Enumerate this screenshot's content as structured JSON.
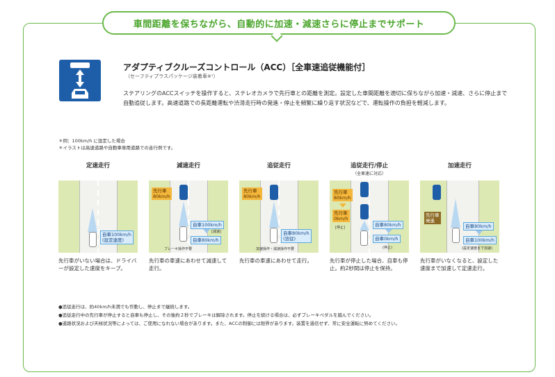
{
  "banner": {
    "text": "車間距離を保ちながら、自動的に加速・減速さらに停止までサポート"
  },
  "feature": {
    "icon": "acc-radar-icon",
    "title": "アダプティブクルーズコントロール（ACC）［全車速追従機能付］",
    "subnote": "（セーフティプラスパッケージ装着車※¹）",
    "description": "ステアリングのACCスイッチを操作すると、ステレオカメラで先行車との距離を測定。設定した車間距離を適切に保ちながら加速・減速、さらに停止まで自動追従します。高速道路での長距離運転や渋滞走行時の発進・停止を頻繁に繰り返す状況などで、運転操作の負担を軽減します。"
  },
  "notes_top": [
    "＊例：100km/h に設定した場合",
    "＊イラストは高速道路や自動車専用道路での走行例です。"
  ],
  "panels": [
    {
      "title": "定速走行",
      "subtitle": "",
      "labels": [
        "自車100km/h",
        "(設定速度)"
      ],
      "caption": "先行車がいない場合は、ドライバーが設定した速度をキープ。"
    },
    {
      "title": "減速走行",
      "subtitle": "",
      "labels": [
        "先行車",
        "80km/h",
        "自車100km/h",
        "[減速]",
        "自車80km/h",
        "ブレーキ操作不要"
      ],
      "caption": "先行車の車速にあわせて減速して走行。"
    },
    {
      "title": "追従走行",
      "subtitle": "",
      "labels": [
        "先行車",
        "80km/h",
        "自車80km/h",
        "(追従)",
        "加速操作・減速操作不要"
      ],
      "caption": "先行車の車速にあわせて走行。"
    },
    {
      "title": "追従走行/停止",
      "subtitle": "（全車速に対応）",
      "labels": [
        "先行車",
        "80km/h",
        "先行車",
        "0km/h",
        "[停止]",
        "自車80km/h",
        "自車0km/h",
        "(停止)"
      ],
      "caption": "先行車が停止した場合、自車も停止。約2秒間は停止を保持。"
    },
    {
      "title": "加速走行",
      "subtitle": "",
      "labels": [
        "先行車",
        "発進",
        "自車80km/h",
        "自車100km/h",
        "(設定速度まで加速)"
      ],
      "caption": "先行車がいなくなると、設定した速度まで加速して定速走行。"
    }
  ],
  "notes_bottom": [
    "●追従走行は、約40km/h未満でも作動し、停止まで継続します。",
    "●追従走行中の先行車が停止すると自車も停止し、その後約２秒でブレーキは解除されます。停止を続ける場合は、必ずブレーキペダルを踏んでください。",
    "●道路状況および天候状況等によっては、ご使用になれない場合があります。また、ACCの制御には限界があります。装置を過信せず、常に安全運転に努めてください。"
  ]
}
